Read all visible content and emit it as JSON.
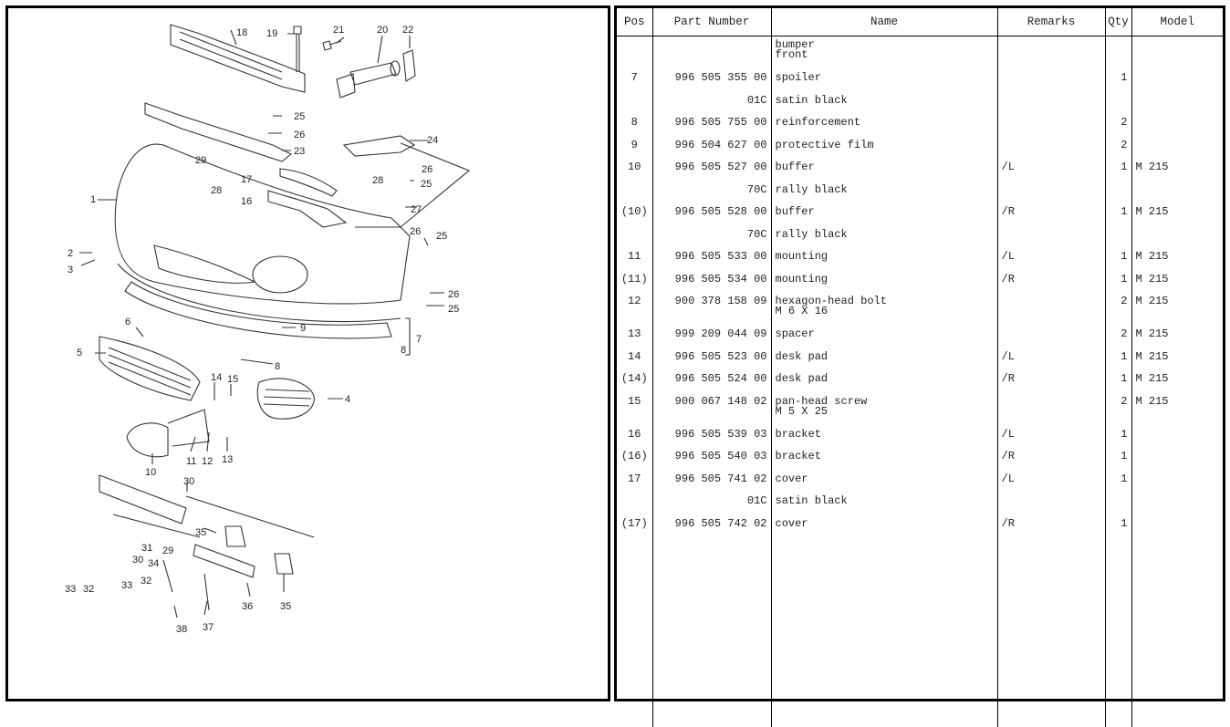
{
  "headers": {
    "pos": "Pos",
    "part_number": "Part Number",
    "name": "Name",
    "remarks": "Remarks",
    "qty": "Qty",
    "model": "Model"
  },
  "rows": [
    {
      "pos": "",
      "part_number": "",
      "name": "bumper\nfront",
      "remarks": "",
      "qty": "",
      "model": ""
    },
    {
      "pos": "7",
      "part_number": "996 505 355 00",
      "name": "spoiler",
      "remarks": "",
      "qty": "1",
      "model": ""
    },
    {
      "pos": "",
      "part_number": "01C",
      "name": "satin black",
      "remarks": "",
      "qty": "",
      "model": ""
    },
    {
      "pos": "8",
      "part_number": "996 505 755 00",
      "name": "reinforcement",
      "remarks": "",
      "qty": "2",
      "model": ""
    },
    {
      "pos": "9",
      "part_number": "996 504 627 00",
      "name": "protective film",
      "remarks": "",
      "qty": "2",
      "model": ""
    },
    {
      "pos": "10",
      "part_number": "996 505 527 00",
      "name": "buffer",
      "remarks": "/L",
      "qty": "1",
      "model": "M 215"
    },
    {
      "pos": "",
      "part_number": "70C",
      "name": "rally black",
      "remarks": "",
      "qty": "",
      "model": ""
    },
    {
      "pos": "(10)",
      "part_number": "996 505 528 00",
      "name": "buffer",
      "remarks": "/R",
      "qty": "1",
      "model": "M 215"
    },
    {
      "pos": "",
      "part_number": "70C",
      "name": "rally black",
      "remarks": "",
      "qty": "",
      "model": ""
    },
    {
      "pos": "11",
      "part_number": "996 505 533 00",
      "name": "mounting",
      "remarks": "/L",
      "qty": "1",
      "model": "M 215"
    },
    {
      "pos": "(11)",
      "part_number": "996 505 534 00",
      "name": "mounting",
      "remarks": "/R",
      "qty": "1",
      "model": "M 215"
    },
    {
      "pos": "12",
      "part_number": "900 378 158 09",
      "name": "hexagon-head bolt\nM 6 X 16",
      "remarks": "",
      "qty": "2",
      "model": "M 215"
    },
    {
      "pos": "13",
      "part_number": "999 209 044 09",
      "name": "spacer",
      "remarks": "",
      "qty": "2",
      "model": "M 215"
    },
    {
      "pos": "14",
      "part_number": "996 505 523 00",
      "name": "desk pad",
      "remarks": "/L",
      "qty": "1",
      "model": "M 215"
    },
    {
      "pos": "(14)",
      "part_number": "996 505 524 00",
      "name": "desk pad",
      "remarks": "/R",
      "qty": "1",
      "model": "M 215"
    },
    {
      "pos": "15",
      "part_number": "900 067 148 02",
      "name": "pan-head screw\nM 5 X 25",
      "remarks": "",
      "qty": "2",
      "model": "M 215"
    },
    {
      "pos": "16",
      "part_number": "996 505 539 03",
      "name": "bracket",
      "remarks": "/L",
      "qty": "1",
      "model": ""
    },
    {
      "pos": "(16)",
      "part_number": "996 505 540 03",
      "name": "bracket",
      "remarks": "/R",
      "qty": "1",
      "model": ""
    },
    {
      "pos": "17",
      "part_number": "996 505 741 02",
      "name": "cover",
      "remarks": "/L",
      "qty": "1",
      "model": ""
    },
    {
      "pos": "",
      "part_number": "01C",
      "name": "satin black",
      "remarks": "",
      "qty": "",
      "model": ""
    },
    {
      "pos": "(17)",
      "part_number": "996 505 742 02",
      "name": "cover",
      "remarks": "/R",
      "qty": "1",
      "model": ""
    }
  ],
  "diagram_labels": [
    "1",
    "2",
    "3",
    "4",
    "5",
    "6",
    "7",
    "8",
    "8",
    "9",
    "10",
    "11",
    "12",
    "13",
    "14",
    "15",
    "16",
    "17",
    "18",
    "19",
    "20",
    "21",
    "22",
    "23",
    "24",
    "25",
    "25",
    "25",
    "25",
    "26",
    "26",
    "26",
    "26",
    "27",
    "28",
    "28",
    "29",
    "29",
    "30",
    "30",
    "31",
    "32",
    "32",
    "33",
    "33",
    "34",
    "35",
    "35",
    "36",
    "37",
    "38"
  ]
}
